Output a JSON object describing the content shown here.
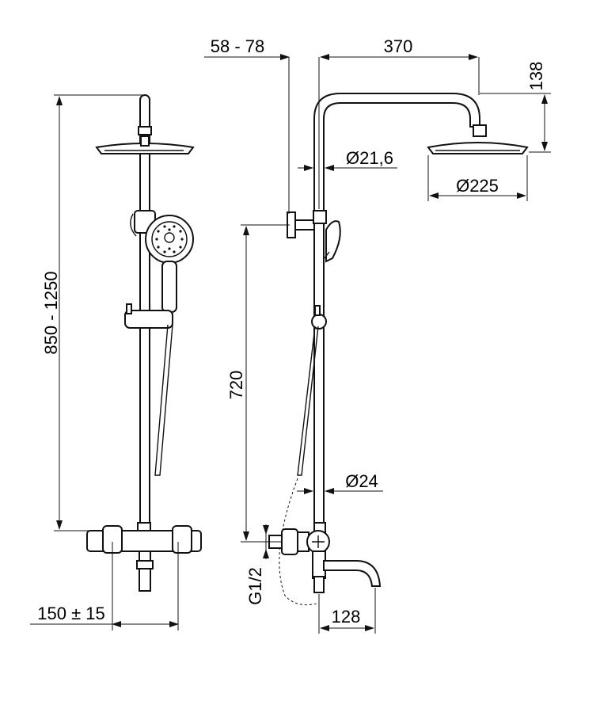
{
  "dimensions": {
    "height_range": "850 - 1250",
    "offset_range": "58 - 78",
    "arm_length": "370",
    "head_drop": "138",
    "pipe_diameter_top": "Ø21,6",
    "head_diameter": "Ø225",
    "holder_height": "720",
    "pipe_diameter_bottom": "Ø24",
    "thread": "G1/2",
    "centre_distance": "150 ± 15",
    "spout_length": "128"
  }
}
